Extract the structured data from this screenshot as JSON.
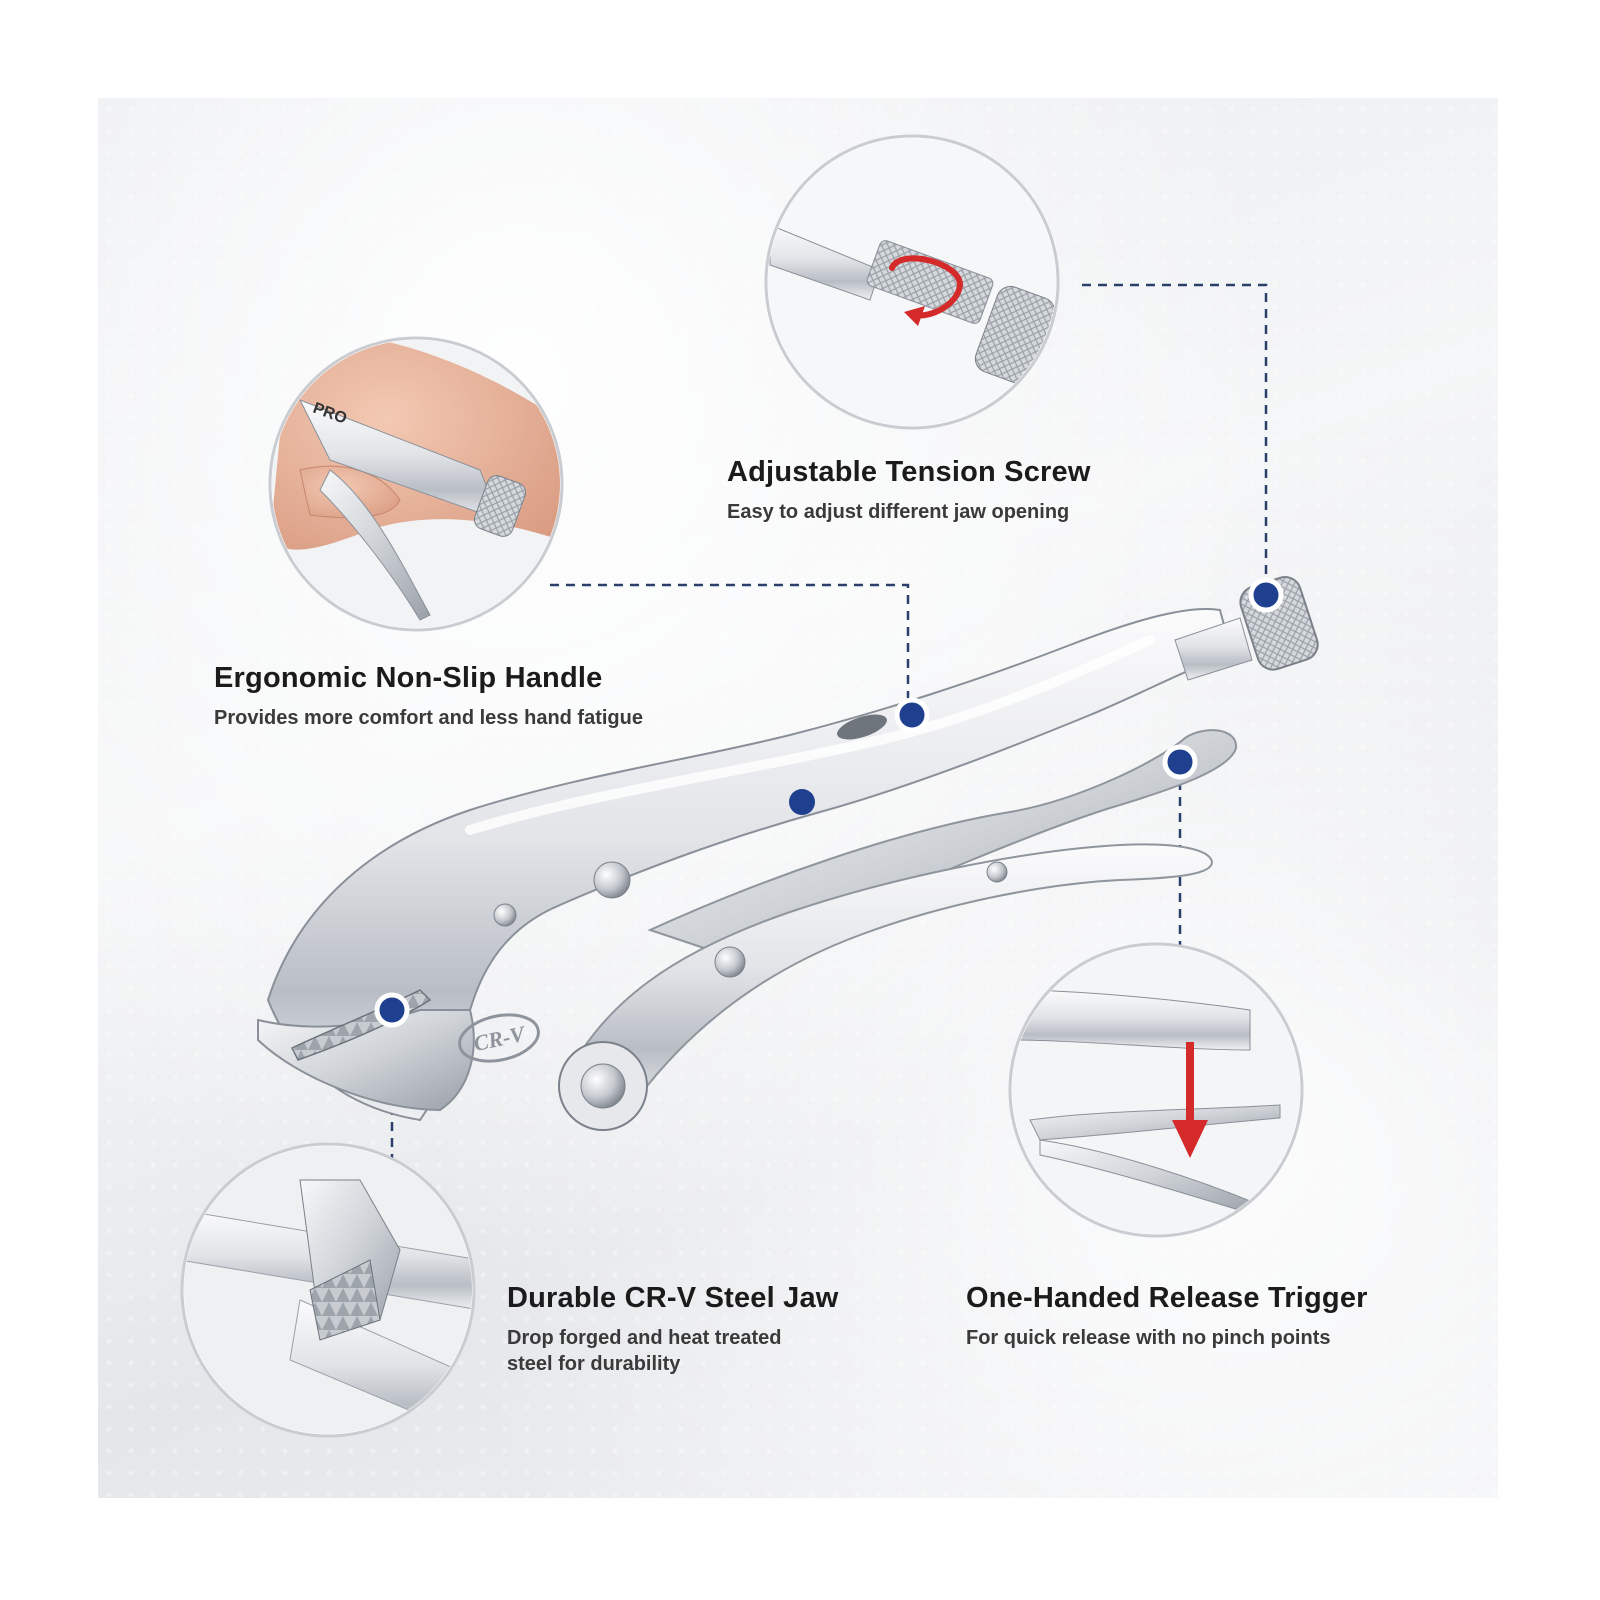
{
  "features": {
    "tension_screw": {
      "title": "Adjustable Tension Screw",
      "description": "Easy to adjust different jaw opening"
    },
    "handle": {
      "title": "Ergonomic Non-Slip Handle",
      "description": "Provides more comfort and less hand fatigue"
    },
    "jaw": {
      "title": "Durable CR-V Steel Jaw",
      "description_lines": [
        "Drop forged and heat treated",
        "steel for durability"
      ]
    },
    "release_trigger": {
      "title": "One-Handed Release Trigger",
      "description": "For quick release with no pinch points"
    }
  },
  "product": {
    "body_marking": "CR-V",
    "handle_marking": "PRO"
  },
  "colors": {
    "callout_dot": "#1f3f8f",
    "leader_line": "#2b3f6b",
    "arrow_red": "#d42a2a",
    "steel_light": "#f4f5f7",
    "steel_mid": "#c9cdd3",
    "steel_dark": "#8e949c"
  },
  "icons": [
    "callout-dot-icon",
    "red-rotation-arrow-icon",
    "red-down-arrow-icon"
  ]
}
